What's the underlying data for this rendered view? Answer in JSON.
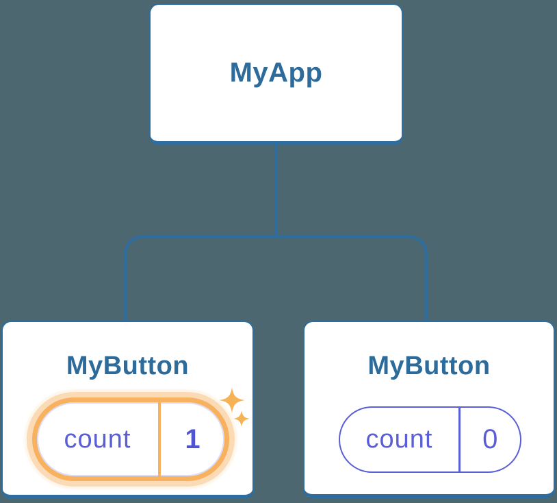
{
  "tree": {
    "root": {
      "label": "MyApp"
    },
    "children": [
      {
        "label": "MyButton",
        "state": {
          "name": "count",
          "value": "1",
          "highlighted": true
        },
        "decoration": "sparkle-icon"
      },
      {
        "label": "MyButton",
        "state": {
          "name": "count",
          "value": "0",
          "highlighted": false
        }
      }
    ]
  },
  "colors": {
    "background": "#4c6770",
    "card_background": "#ffffff",
    "card_border": "#2e6d9e",
    "connector": "#2e6d9e",
    "title_text": "#2d6b9b",
    "state_text": "#5a5fd6",
    "state_value_bold": "#5055cf",
    "highlight_ring": "#f8b15e",
    "highlight_halo": "#fbd9a4",
    "sparkle": "#f6b355"
  }
}
